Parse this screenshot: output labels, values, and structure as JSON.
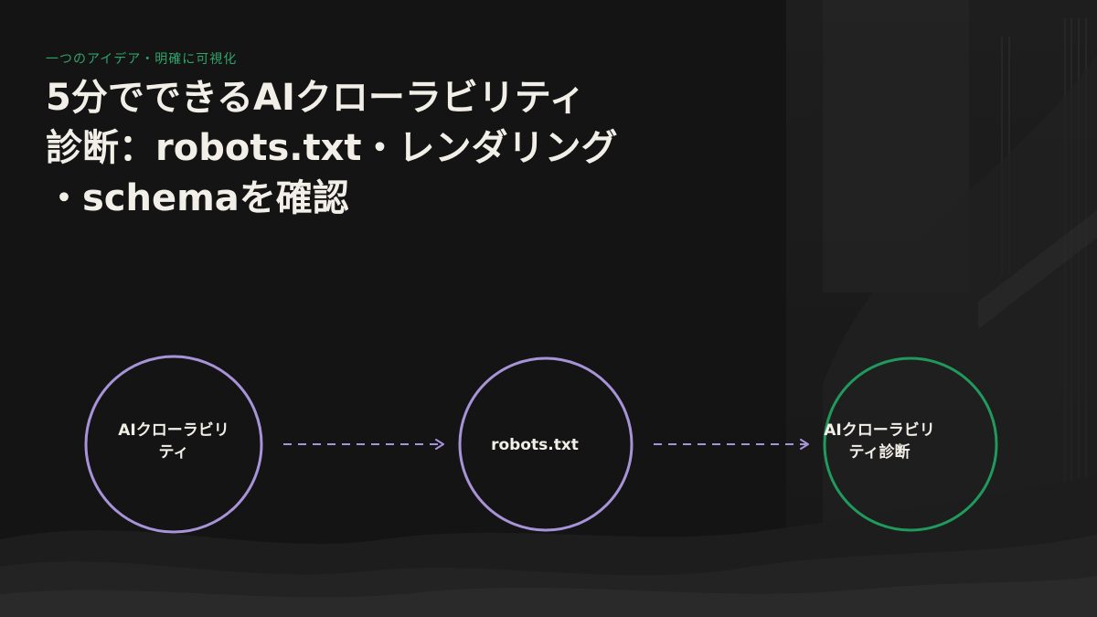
{
  "slide": {
    "kicker": "一つのアイデア・明確に可視化",
    "title_lines": [
      "5分でできるAIクローラビリティ",
      "診断：robots.txt・レンダリング",
      "・schemaを確認"
    ]
  },
  "diagram": {
    "nodes": [
      {
        "label_lines": [
          "AIクローラビリ",
          "ティ"
        ],
        "color": "#a893d8"
      },
      {
        "label_lines": [
          "robots.txt"
        ],
        "color": "#a893d8"
      },
      {
        "label_lines": [
          "AIクローラビリ",
          "ティ診断"
        ],
        "color": "#1f9a5c"
      }
    ],
    "edges": [
      {
        "from": 0,
        "to": 1,
        "style": "dashed-arrow",
        "color": "#a893d8"
      },
      {
        "from": 1,
        "to": 2,
        "style": "dashed-arrow",
        "color": "#a893d8"
      }
    ]
  },
  "colors": {
    "background": "#141414",
    "text": "#f2efe8",
    "accent_green": "#2fa36b",
    "accent_purple": "#a893d8"
  }
}
